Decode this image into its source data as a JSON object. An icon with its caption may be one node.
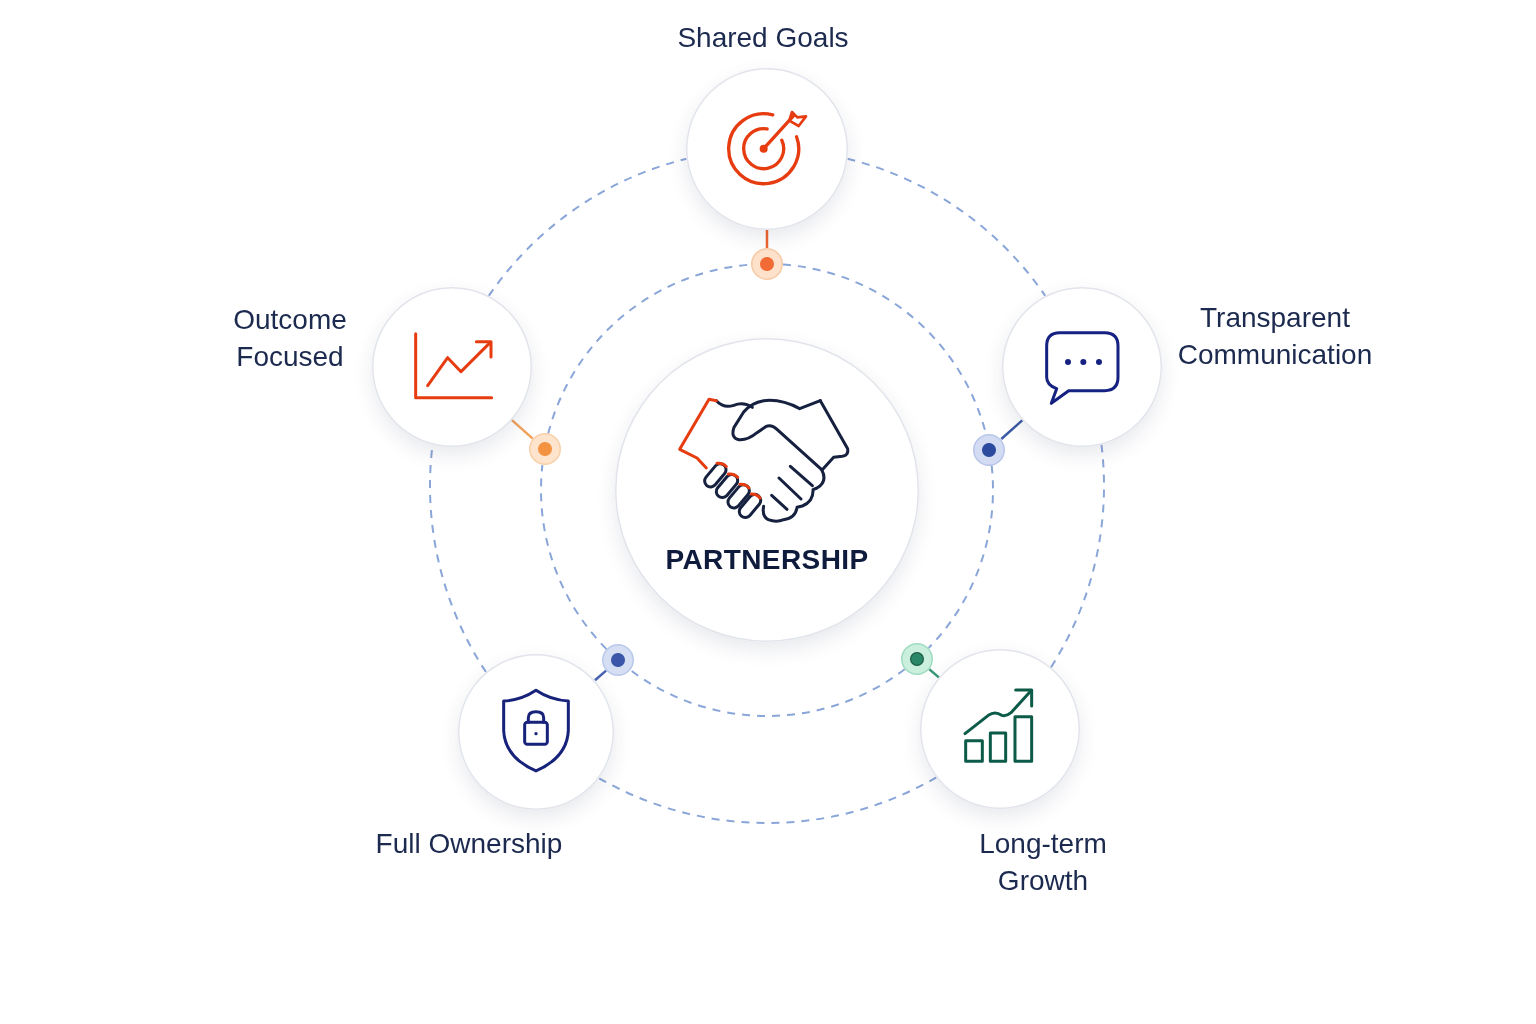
{
  "diagram": {
    "nodes": [
      {
        "text": [
          "Shared Goals"
        ]
      },
      {
        "text": [
          "Outcome Focused"
        ]
      },
      {
        "text": [
          "Transparent Communication"
        ]
      },
      {
        "text": [
          "PARTNERSHIP"
        ]
      },
      {
        "text": [
          "Full Ownership"
        ]
      },
      {
        "text": [
          "Long-term Growth"
        ]
      },
      {
        "text": [],
        "shape": "circle"
      },
      {
        "text": [],
        "shape": "circle"
      },
      {
        "text": [],
        "shape": "circle"
      },
      {
        "text": [],
        "shape": "circle"
      },
      {
        "text": [],
        "shape": "circle"
      }
    ],
    "edges": [
      {
        "from": 0,
        "to": 2,
        "arrow": "none",
        "style": "dashed"
      },
      {
        "from": 2,
        "to": 5,
        "arrow": "none",
        "style": "dashed"
      },
      {
        "from": 5,
        "to": 4,
        "arrow": "none",
        "style": "dashed"
      },
      {
        "from": 4,
        "to": 1,
        "arrow": "none",
        "style": "dashed"
      },
      {
        "from": 1,
        "to": 0,
        "arrow": "none",
        "style": "dashed"
      },
      {
        "from": 0,
        "to": 6,
        "arrow": "none",
        "color": "#f0632f"
      },
      {
        "from": 1,
        "to": 7,
        "arrow": "none",
        "color": "#f2a25c"
      },
      {
        "from": 2,
        "to": 8,
        "arrow": "none",
        "color": "#3d5aa6"
      },
      {
        "from": 4,
        "to": 9,
        "arrow": "none",
        "color": "#4863b3"
      },
      {
        "from": 5,
        "to": 10,
        "arrow": "none",
        "color": "#3a9878"
      },
      {
        "from": 6,
        "to": 8,
        "arrow": "none",
        "style": "dashed"
      },
      {
        "from": 8,
        "to": 10,
        "arrow": "none",
        "style": "dashed"
      },
      {
        "from": 10,
        "to": 9,
        "arrow": "none",
        "style": "dashed"
      },
      {
        "from": 9,
        "to": 7,
        "arrow": "none",
        "style": "dashed"
      },
      {
        "from": 7,
        "to": 6,
        "arrow": "none",
        "style": "dashed"
      }
    ]
  }
}
